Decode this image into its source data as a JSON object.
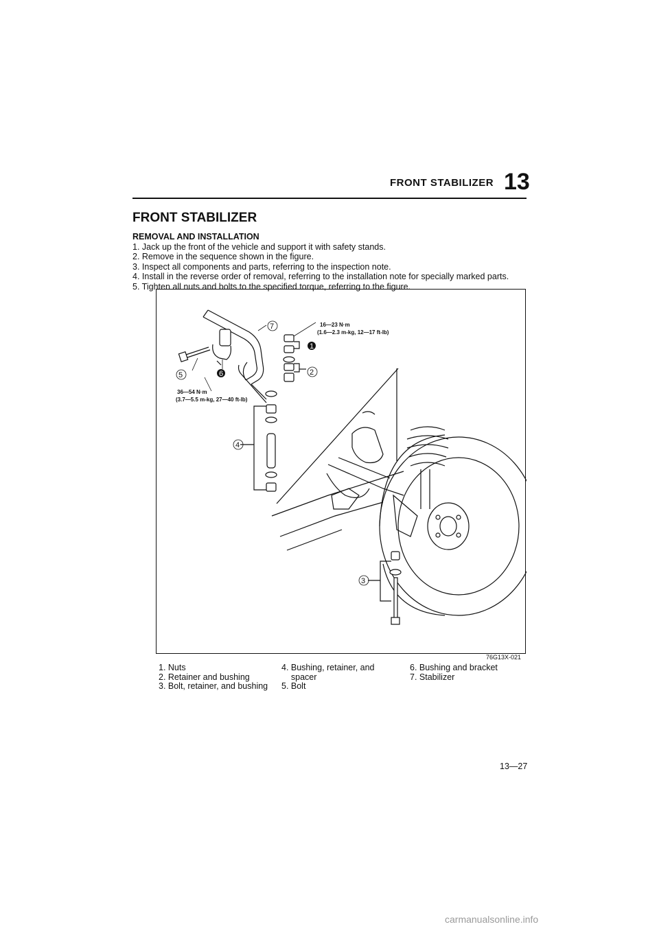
{
  "header": {
    "title": "FRONT STABILIZER",
    "chapter": "13"
  },
  "section_title": "FRONT STABILIZER",
  "subheading": "REMOVAL AND INSTALLATION",
  "steps": [
    "1. Jack up the front of the vehicle and support it with safety stands.",
    "2. Remove in the sequence shown in the figure.",
    "3. Inspect all components and parts, referring to the inspection note.",
    "4. Install in the reverse order of removal, referring to the installation note for specially marked parts.",
    "5. Tighten all nuts and bolts to the specified torque, referring to the figure."
  ],
  "figure": {
    "torque_top_1": "16—23 N·m",
    "torque_top_2": "(1.6—2.3 m-kg, 12—17 ft-lb)",
    "torque_left_1": "36—54 N·m",
    "torque_left_2": "(3.7—5.5 m-kg, 27—40 ft-lb)",
    "callouts": [
      "1",
      "2",
      "3",
      "4",
      "5",
      "6",
      "7"
    ],
    "code": "76G13X-021"
  },
  "legend": {
    "col1": [
      "1. Nuts",
      "2. Retainer and bushing",
      "3. Bolt, retainer, and bushing"
    ],
    "col2": [
      "4. Bushing, retainer, and",
      "    spacer",
      "5. Bolt"
    ],
    "col3": [
      "6. Bushing and bracket",
      "7. Stabilizer"
    ]
  },
  "page_number": "13—27",
  "footer_url": "carmanualsonline.info"
}
